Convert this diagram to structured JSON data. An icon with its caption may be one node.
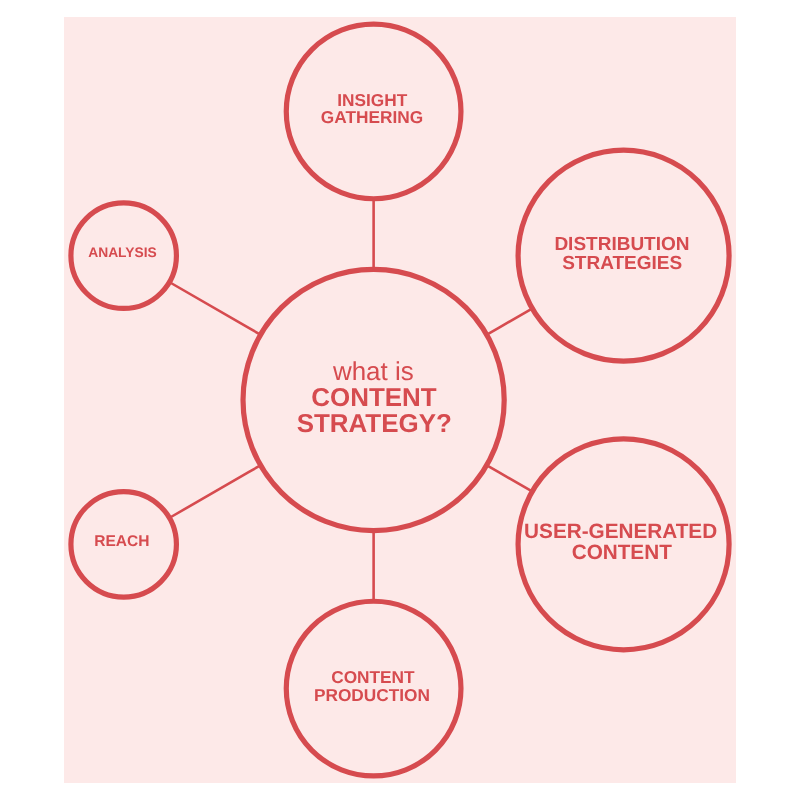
{
  "diagram": {
    "nodes": [
      {
        "text": [
          "DISTRIBUTION STRATEGIES"
        ]
      },
      {
        "text": [
          "INSIGHT GATHERING"
        ]
      },
      {
        "text": [
          "ANALYSIS"
        ]
      },
      {
        "text": [
          "what is",
          "CONTENT STRATEGY?"
        ]
      },
      {
        "text": [
          "REACH"
        ]
      },
      {
        "text": [
          "CONTENT PRODUCTION"
        ]
      },
      {
        "text": [
          "USER-GENERATED CONTENT"
        ]
      }
    ],
    "edges": [
      {
        "from": 3,
        "to": 0,
        "arrow": "none"
      },
      {
        "from": 3,
        "to": 1,
        "arrow": "none"
      },
      {
        "from": 3,
        "to": 2,
        "arrow": "none"
      },
      {
        "from": 3,
        "to": 4,
        "arrow": "none"
      },
      {
        "from": 3,
        "to": 5,
        "arrow": "none"
      },
      {
        "from": 3,
        "to": 6,
        "arrow": "none"
      }
    ]
  }
}
